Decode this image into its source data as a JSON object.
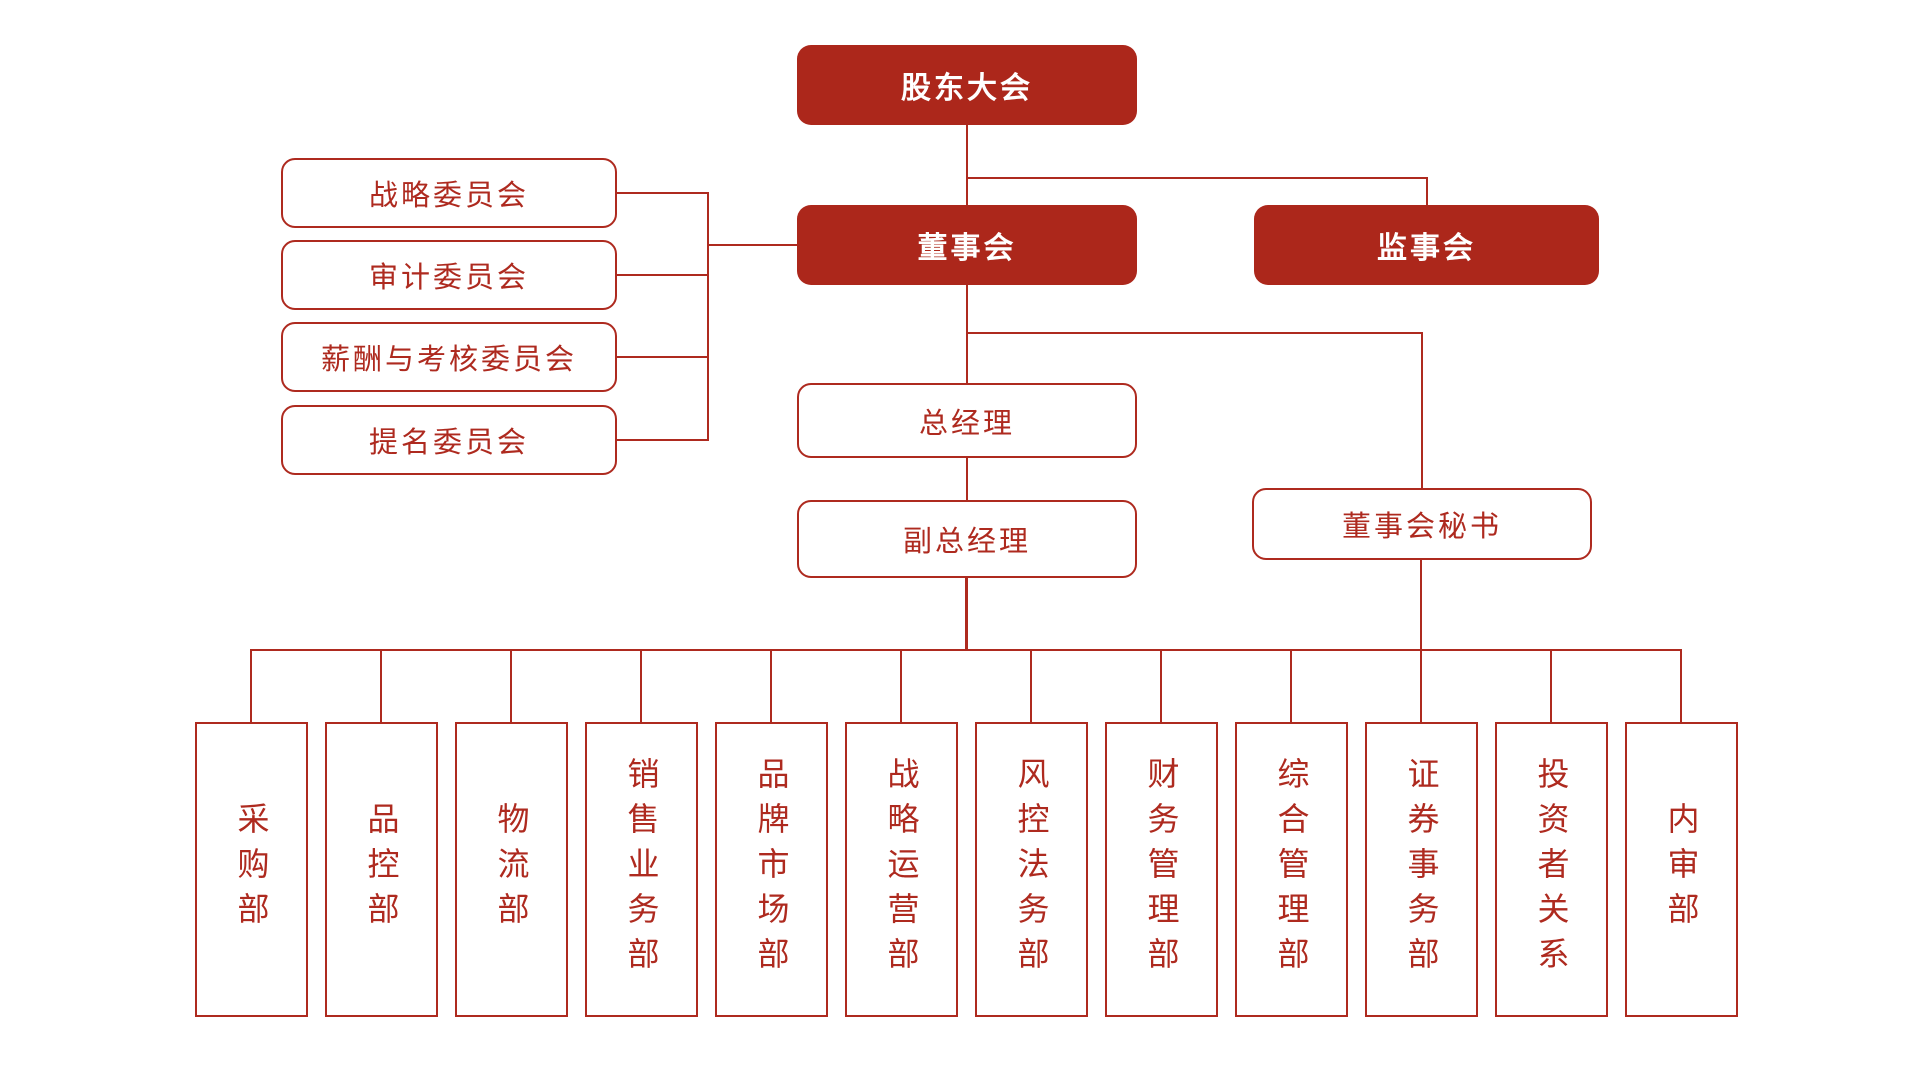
{
  "colors": {
    "box_fill": "#AC271B",
    "connector_line": "#AE2A1F",
    "outlined_text": "#AE2A1F",
    "filled_text": "#FFFFFF",
    "background": "#FFFFFF"
  },
  "org": {
    "shareholders": {
      "label": "股东大会"
    },
    "board": {
      "label": "董事会"
    },
    "supervisory": {
      "label": "监事会"
    },
    "committees": [
      {
        "label": "战略委员会"
      },
      {
        "label": "审计委员会"
      },
      {
        "label": "薪酬与考核委员会"
      },
      {
        "label": "提名委员会"
      }
    ],
    "general_manager": {
      "label": "总经理"
    },
    "deputy_general_manager": {
      "label": "副总经理"
    },
    "board_secretary": {
      "label": "董事会秘书"
    },
    "departments": [
      {
        "label": "采购部"
      },
      {
        "label": "品控部"
      },
      {
        "label": "物流部"
      },
      {
        "label": "销售业务部"
      },
      {
        "label": "品牌市场部"
      },
      {
        "label": "战略运营部"
      },
      {
        "label": "风控法务部"
      },
      {
        "label": "财务管理部"
      },
      {
        "label": "综合管理部"
      },
      {
        "label": "证券事务部"
      },
      {
        "label": "投资者关系"
      },
      {
        "label": "内审部"
      }
    ]
  }
}
